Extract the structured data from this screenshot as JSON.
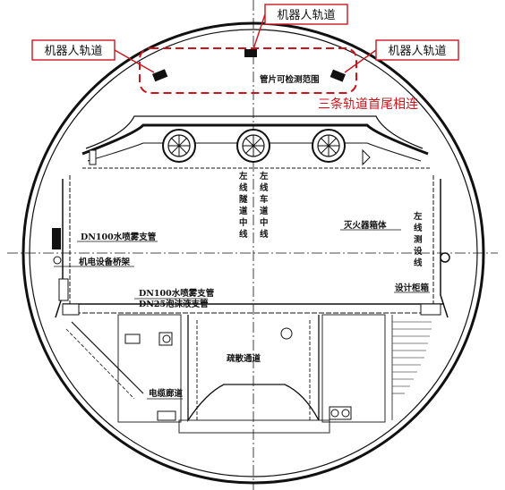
{
  "annotations": {
    "robot_track_top": "机器人轨道",
    "robot_track_left": "机器人轨道",
    "robot_track_right": "机器人轨道",
    "three_tracks_connected": "三条轨道首尾相连",
    "inspection_range": "管片可检测范围"
  },
  "labels": {
    "dn100_branch_upper": "DN100水喷雾支管",
    "electromech_bracket": "机电设备桥架",
    "dn100_branch_lower": "DN100水喷雾支管",
    "dn25_branch": "DN25泡沫液支管",
    "evac_passage": "疏散通道",
    "cable_corridor": "电缆廊道",
    "fire_hydrant_box": "灭火器箱体",
    "equipment_cabinet": "设计柜箱",
    "left_road_center": "左线隧道中线",
    "left_lane_center": "左线车道中线",
    "left_design_line": "左线测设线"
  },
  "colors": {
    "annotation_red": "#c8161d",
    "drawing_line": "#111111"
  }
}
